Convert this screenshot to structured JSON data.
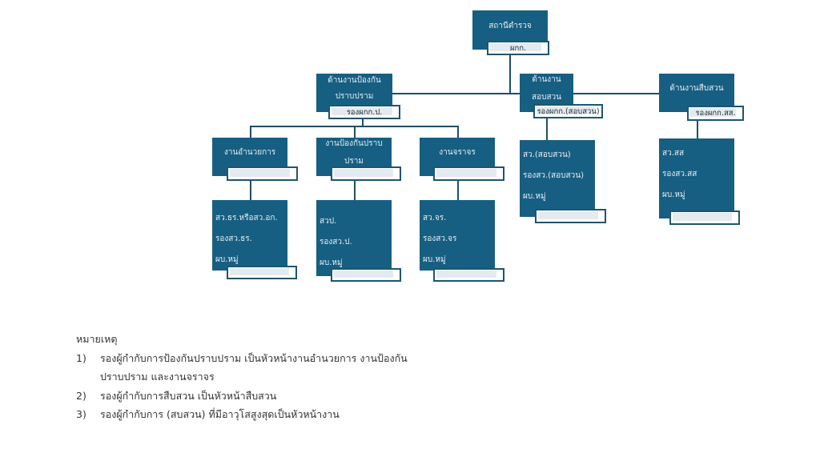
{
  "root": {
    "title": "สถานีตำรวจ",
    "role": "ผกก."
  },
  "branches": [
    {
      "title": "ด้านงานป้องกันปราบปราม",
      "role": "รองผกก.ป."
    },
    {
      "title": "ด้านงานสอบสวน",
      "role": "รองผกก.(สอบสวน)",
      "members": [
        "สว.(สอบสวน)",
        "รองสว.(สอบสวน)",
        "ผบ.หมู่"
      ]
    },
    {
      "title": "ด้านงานสืบสวน",
      "role": "รองผกก.สส.",
      "members": [
        "สว.สส",
        "รองสว.สส",
        "ผบ.หมู่"
      ]
    }
  ],
  "units": [
    {
      "title": "งานอำนวยการ",
      "members": [
        "สว.ธร.หรือสว.อก.",
        "รองสว.ธร.",
        "ผบ.หมู่"
      ]
    },
    {
      "title": "งานป้องกันปราบปราม",
      "members": [
        "สวป.",
        "รองสว.ป.",
        "ผบ.หมู่"
      ]
    },
    {
      "title": "งานจราจร",
      "members": [
        "สว.จร.",
        "รองสว.จร",
        "ผบ.หมู่"
      ]
    }
  ],
  "notes": {
    "heading": "หมายเหตุ",
    "items": [
      {
        "num": "1)",
        "line1": "รองผู้กำกับการป้องกันปราบปราม เป็นหัวหน้างานอำนวยการ งานป้องกัน",
        "line2": "ปราบปราม และงานจราจร"
      },
      {
        "num": "2)",
        "line1": "รองผู้กำกับการสืบสวน เป็นหัวหน้าสืบสวน"
      },
      {
        "num": "3)",
        "line1": "รองผู้กำกับการ (สบสวน) ที่มีอาวุโสสูงสุดเป็นหัวหน้างาน"
      }
    ]
  }
}
